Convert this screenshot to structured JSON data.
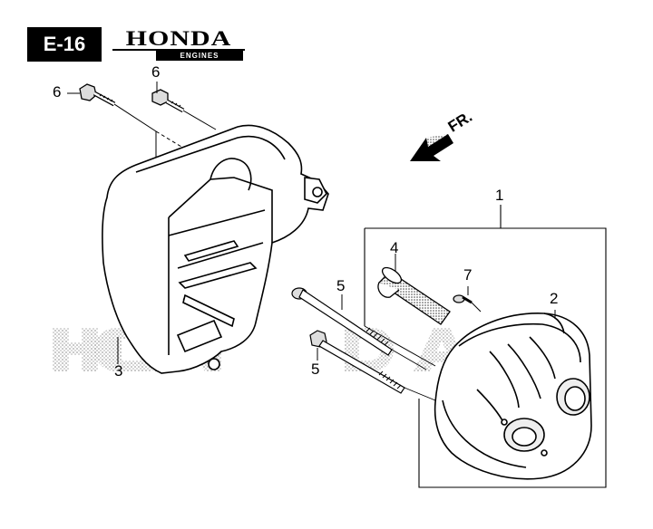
{
  "header": {
    "page_code": "E-16",
    "brand": "HONDA",
    "brand_sub": "ENGINES"
  },
  "direction_label": "FR.",
  "callouts": {
    "c1": "1",
    "c2": "2",
    "c3": "3",
    "c4": "4",
    "c5a": "5",
    "c5b": "5",
    "c6a": "6",
    "c6b": "6",
    "c7": "7"
  },
  "watermark": "HONDA"
}
